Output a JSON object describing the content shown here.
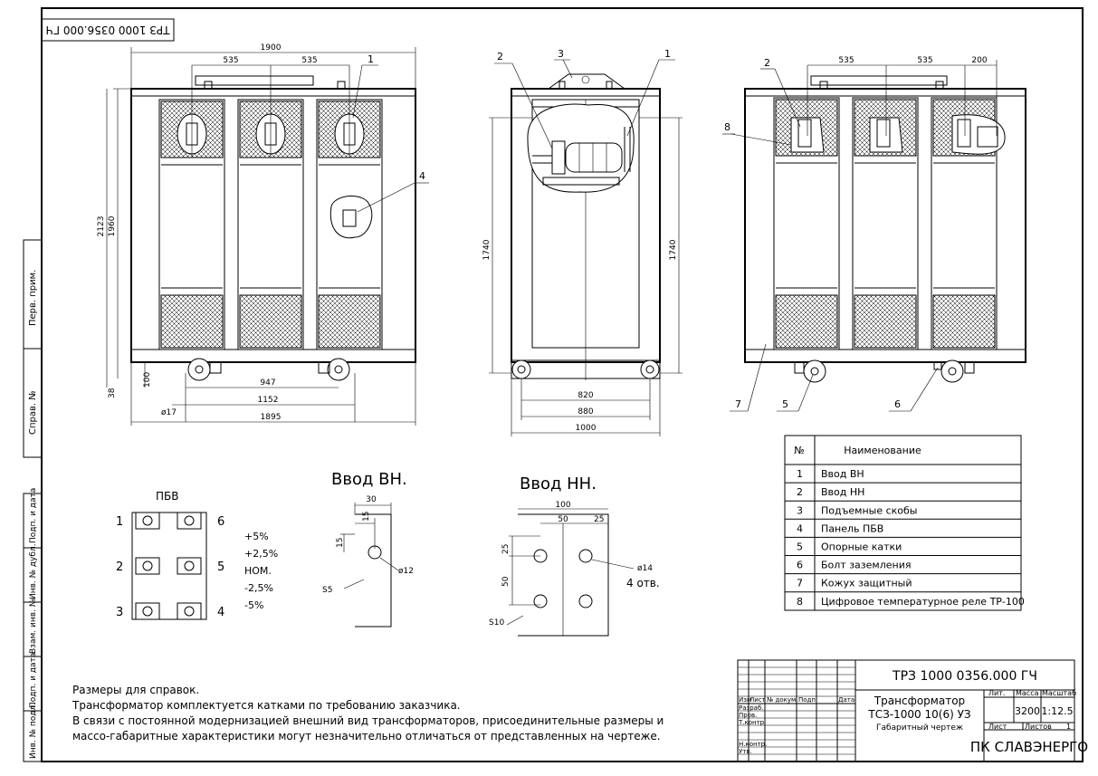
{
  "drawing": {
    "code_stamp": "ТРЗ 1000 0356.000 ГЧ",
    "front_view": {
      "dims": {
        "top_total": "1900",
        "left_spacing": "535",
        "right_spacing": "535",
        "height_total": "2123",
        "height_body": "1960",
        "bottom_inner": "947",
        "bottom_mid": "1152",
        "bottom_total": "1895",
        "hole": "ø17",
        "leg_a": "100",
        "leg_b": "38"
      },
      "callouts": [
        "1",
        "4"
      ]
    },
    "side_view": {
      "dims": {
        "height_left": "1740",
        "height_right": "1740",
        "base_inner": "820",
        "base_mid": "880",
        "base_total": "1000"
      },
      "callouts": [
        "2",
        "3",
        "1"
      ]
    },
    "rear_view": {
      "dims": {
        "spacing_a": "535",
        "spacing_b": "535",
        "spacing_c": "200"
      },
      "callouts": [
        "2",
        "8",
        "7",
        "5",
        "6"
      ]
    },
    "pbv": {
      "title": "ПБВ",
      "left_numbers": [
        "1",
        "2",
        "3"
      ],
      "right_numbers": [
        "6",
        "5",
        "4"
      ],
      "taps": [
        "+5%",
        "+2,5%",
        "НОМ.",
        "-2,5%",
        "-5%"
      ]
    },
    "vvod_vn": {
      "title": "Ввод ВН.",
      "dims": [
        "30",
        "15",
        "15"
      ],
      "hole": "ø12",
      "thickness": "S5"
    },
    "vvod_nn": {
      "title": "Ввод НН.",
      "dims": [
        "100",
        "50",
        "25",
        "25",
        "50"
      ],
      "hole": "ø14",
      "holes_count": "4 отв.",
      "thickness": "S10"
    },
    "parts_table": {
      "headers": [
        "№",
        "Наименование"
      ],
      "rows": [
        {
          "n": "1",
          "name": "Ввод ВН"
        },
        {
          "n": "2",
          "name": "Ввод НН"
        },
        {
          "n": "3",
          "name": "Подъемные скобы"
        },
        {
          "n": "4",
          "name": "Панель ПБВ"
        },
        {
          "n": "5",
          "name": "Опорные катки"
        },
        {
          "n": "6",
          "name": "Болт заземления"
        },
        {
          "n": "7",
          "name": "Кожух защитный"
        },
        {
          "n": "8",
          "name": "Цифровое температурное реле ТР-100"
        }
      ]
    },
    "notes": [
      "Размеры для справок.",
      "Трансформатор комплектуется катками по требованию заказчика.",
      "В связи с постоянной модернизацией внешний вид трансформаторов, присоединительные размеры и",
      "массо-габаритные характеристики могут незначительно отличаться от представленных на чертеже."
    ],
    "side_margin": [
      "Перв. прим.",
      "Справ. №",
      "Подп. и дата",
      "Инв. № дубл.",
      "Взам. инв. №",
      "Подп. и дата",
      "Инв. № подл."
    ],
    "title_block": {
      "designation": "ТРЗ 1000 0356.000 ГЧ",
      "product": "Трансформатор",
      "model": "ТСЗ-1000 10(6) УЗ",
      "doc_type": "Габаритный чертеж",
      "col_headers": [
        "Изм",
        "Лист",
        "№ докум.",
        "Подп.",
        "Дата"
      ],
      "roles": [
        "Разраб.",
        "Пров.",
        "Т.контр.",
        "Н.контр.",
        "Утв."
      ],
      "lit_label": "Лит.",
      "mass_label": "Масса",
      "scale_label": "Масштаб",
      "mass": "3200",
      "scale": "1:12.5",
      "sheet_label": "Лист",
      "sheets_label": "Листов",
      "sheets": "1",
      "company": "ПК СЛАВЭНЕРГО"
    }
  }
}
